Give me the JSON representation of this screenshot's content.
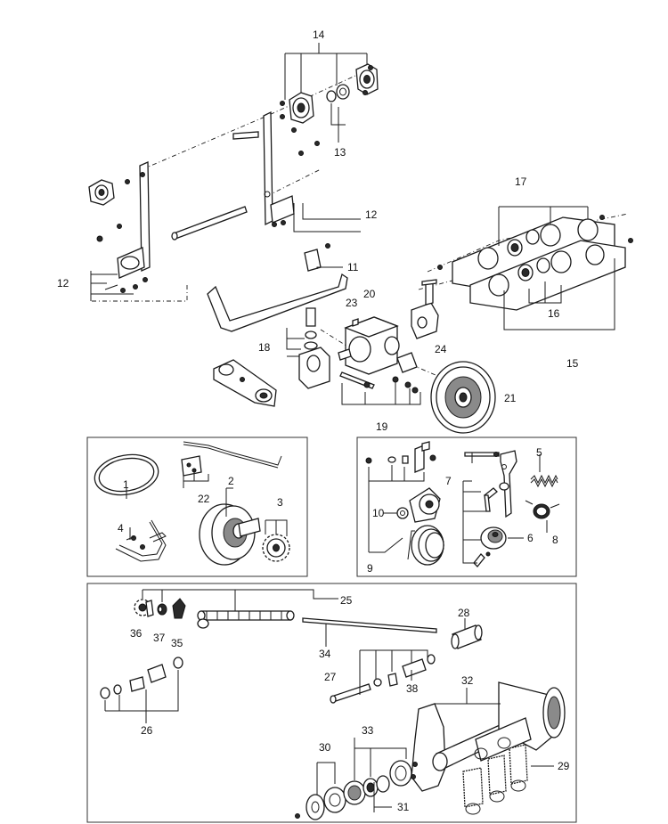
{
  "callouts": {
    "c1": "1",
    "c2": "2",
    "c3": "3",
    "c4": "4",
    "c5": "5",
    "c6": "6",
    "c7": "7",
    "c8": "8",
    "c9": "9",
    "c10": "10",
    "c11": "11",
    "c12a": "12",
    "c12b": "12",
    "c13": "13",
    "c14": "14",
    "c15": "15",
    "c16": "16",
    "c17": "17",
    "c18": "18",
    "c19": "19",
    "c20": "20",
    "c21": "21",
    "c22": "22",
    "c23": "23",
    "c24": "24",
    "c25": "25",
    "c26": "26",
    "c27": "27",
    "c28": "28",
    "c29": "29",
    "c30": "30",
    "c31": "31",
    "c32": "32",
    "c33": "33",
    "c34": "34",
    "c35": "35",
    "c36": "36",
    "c37": "37",
    "c38": "38"
  }
}
